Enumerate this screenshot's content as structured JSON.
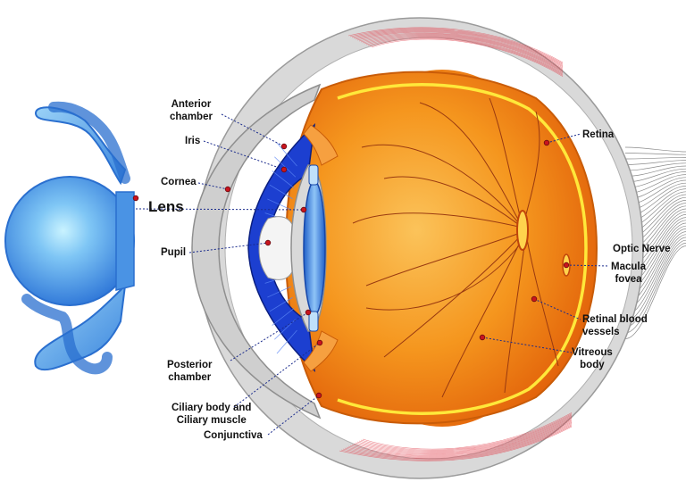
{
  "labels": {
    "anterior_chamber": [
      "Anterior",
      "chamber"
    ],
    "iris": "Iris",
    "cornea": "Cornea",
    "lens": "Lens",
    "pupil": "Pupil",
    "posterior_chamber": [
      "Posterior",
      "chamber"
    ],
    "ciliary": [
      "Ciliary body and",
      "Ciliary muscle"
    ],
    "conjunctiva": "Conjunctiva",
    "retina": "Retina",
    "optic_nerve": "Optic Nerve",
    "macula": [
      "Macula",
      "fovea"
    ],
    "retinal_vessels": [
      "Retinal blood",
      "vessels"
    ],
    "vitreous": [
      "Vitreous",
      "body"
    ]
  },
  "colors": {
    "vitreous_orange": "#f07d0c",
    "vitreous_light": "#fbc35a",
    "retina_yellow": "#ffe83a",
    "sclera_gray": "#d9d9d9",
    "lens_blue": "#3d8ee6",
    "iris_blue": "#1c3fd0",
    "implant_blue": "#58a6f0",
    "pointer_red": "#c8141e"
  }
}
